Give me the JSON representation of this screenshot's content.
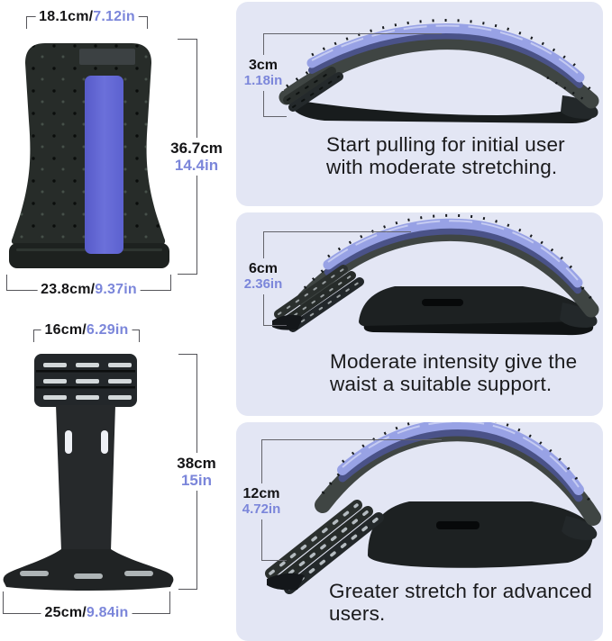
{
  "measurements": {
    "slash": "/",
    "front_view": {
      "top_width": {
        "cm": "18.1cm",
        "in": "7.12in"
      },
      "height": {
        "cm": "36.7cm",
        "in": "14.4in"
      },
      "bottom_width": {
        "cm": "23.8cm",
        "in": "9.37in"
      }
    },
    "support_view": {
      "top_width": {
        "cm": "16cm",
        "in": "6.29in"
      },
      "height": {
        "cm": "38cm",
        "in": "15in"
      },
      "bottom_width": {
        "cm": "25cm",
        "in": "9.84in"
      }
    }
  },
  "levels": [
    {
      "height_cm": "3cm",
      "height_in": "1.18in",
      "caption_line1": "Start pulling for initial user",
      "caption_line2": "with moderate stretching."
    },
    {
      "height_cm": "6cm",
      "height_in": "2.36in",
      "caption_line1": "Moderate intensity give the",
      "caption_line2": "waist a suitable support."
    },
    {
      "height_cm": "12cm",
      "height_in": "4.72in",
      "caption_line1": "Greater stretch for advanced",
      "caption_line2": "users."
    }
  ],
  "colors": {
    "panel_background": "#e3e6f4",
    "accent_blue": "#7b86da",
    "product_blue": "#6066d2",
    "body_dark": "#262b28",
    "text_dark": "#1a1a1c"
  }
}
